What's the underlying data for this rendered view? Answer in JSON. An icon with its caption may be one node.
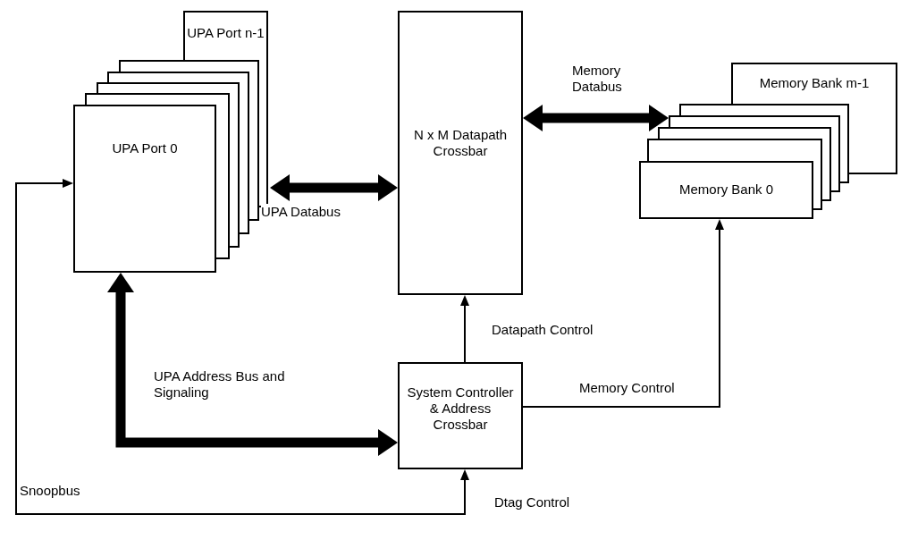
{
  "diagram": {
    "nodes": [
      {
        "text": [
          "UPA Port n-1"
        ]
      },
      {
        "text": [],
        "shape": "box"
      },
      {
        "text": [],
        "shape": "box"
      },
      {
        "text": [],
        "shape": "box"
      },
      {
        "text": [],
        "shape": "box"
      },
      {
        "text": [
          "UPA Port 0"
        ]
      },
      {
        "text": [
          "N x M Datapath Crossbar"
        ]
      },
      {
        "text": [
          "Memory Bank m-1"
        ]
      },
      {
        "text": [],
        "shape": "box"
      },
      {
        "text": [],
        "shape": "box"
      },
      {
        "text": [],
        "shape": "box"
      },
      {
        "text": [],
        "shape": "box"
      },
      {
        "text": [
          "Memory Bank 0"
        ]
      },
      {
        "text": [
          "System Controller & Address Crossbar"
        ]
      }
    ],
    "edges": [
      {
        "from": 5,
        "to": 6,
        "arrow": "both",
        "label": "UPA Databus",
        "style": "thick"
      },
      {
        "from": 6,
        "to": 9,
        "arrow": "both",
        "label": "Memory Databus",
        "style": "thick"
      },
      {
        "from": 5,
        "to": 13,
        "arrow": "both",
        "label": "UPA Address Bus and Signaling",
        "style": "thick"
      },
      {
        "from": 13,
        "to": 6,
        "arrow": "to",
        "label": "Datapath Control"
      },
      {
        "from": 13,
        "to": 12,
        "arrow": "to",
        "label": "Memory Control"
      },
      {
        "from": 13,
        "to": 5,
        "arrow": "both",
        "label": "Snoopbus"
      }
    ],
    "labels": [
      "Dtag Control"
    ]
  }
}
